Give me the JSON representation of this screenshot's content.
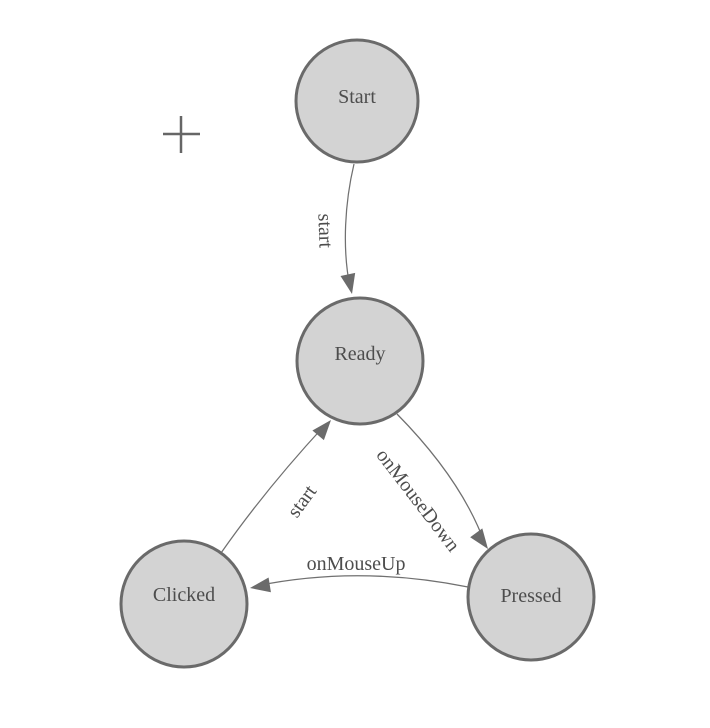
{
  "diagram": {
    "type": "state-machine",
    "nodes": [
      {
        "id": "start",
        "label": "Start"
      },
      {
        "id": "ready",
        "label": "Ready"
      },
      {
        "id": "clicked",
        "label": "Clicked"
      },
      {
        "id": "pressed",
        "label": "Pressed"
      }
    ],
    "edges": [
      {
        "from": "Start",
        "to": "Ready",
        "label": "start"
      },
      {
        "from": "Clicked",
        "to": "Ready",
        "label": "start"
      },
      {
        "from": "Ready",
        "to": "Pressed",
        "label": "onMouseDown"
      },
      {
        "from": "Pressed",
        "to": "Clicked",
        "label": "onMouseUp"
      }
    ],
    "icons": {
      "crosshair": "plus-cross-marker"
    },
    "colors": {
      "background": "#ffffff",
      "node_fill": "#d3d3d3",
      "node_stroke": "#6a6a6a",
      "edge_stroke": "#707070",
      "arrow_fill": "#6b6b6b",
      "text": "#4d4d4d",
      "crosshair": "#666666"
    }
  }
}
